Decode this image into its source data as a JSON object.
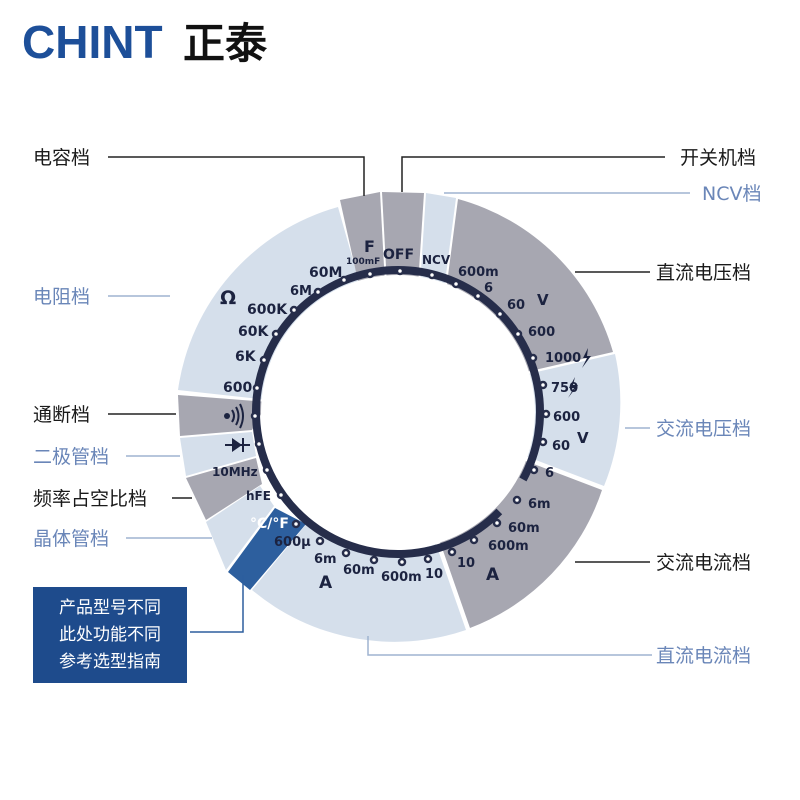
{
  "brand": {
    "latin": "CHINT",
    "cjk": "正泰"
  },
  "function_labels": [
    "电容档",
    "开关机档",
    "NCV档",
    "电阻档",
    "直流电压档",
    "通断档",
    "交流电压档",
    "二极管档",
    "频率占空比档",
    "晶体管档",
    "交流电流档",
    "直流电流档"
  ],
  "dial_labels": {
    "capacitance": {
      "symbol": "F",
      "range": "100mF"
    },
    "off": "OFF",
    "ncv": "NCV",
    "resistance": {
      "symbol": "Ω",
      "ranges": [
        "60M",
        "6M",
        "600K",
        "60K",
        "6K",
        "600"
      ]
    },
    "dc_voltage": {
      "symbol": "V",
      "ranges": [
        "600m",
        "6",
        "60",
        "600",
        "1000"
      ]
    },
    "ac_voltage": {
      "symbol": "V",
      "ranges": [
        "750",
        "600",
        "60",
        "6"
      ]
    },
    "frequency": "10MHz",
    "transistor": "hFE",
    "temperature": "°C/°F",
    "dc_current": {
      "symbol": "A",
      "ranges": [
        "600μ",
        "6m",
        "60m",
        "600m",
        "10"
      ]
    },
    "ac_current": {
      "symbol": "A",
      "ranges": [
        "6m",
        "60m",
        "600m",
        "10"
      ]
    }
  },
  "note": [
    "产品型号不同",
    "此处功能不同",
    "参考选型指南"
  ],
  "colors": {
    "brand_blue": "#1d4f99",
    "brand_black": "#111111",
    "label_dark": "#1a1a1a",
    "label_blue": "#6a86b8",
    "segment_gray": "#a7a7b1",
    "segment_light": "#d3deea",
    "ring_dark": "#262d4a",
    "note_bg": "#1e4b8c"
  }
}
